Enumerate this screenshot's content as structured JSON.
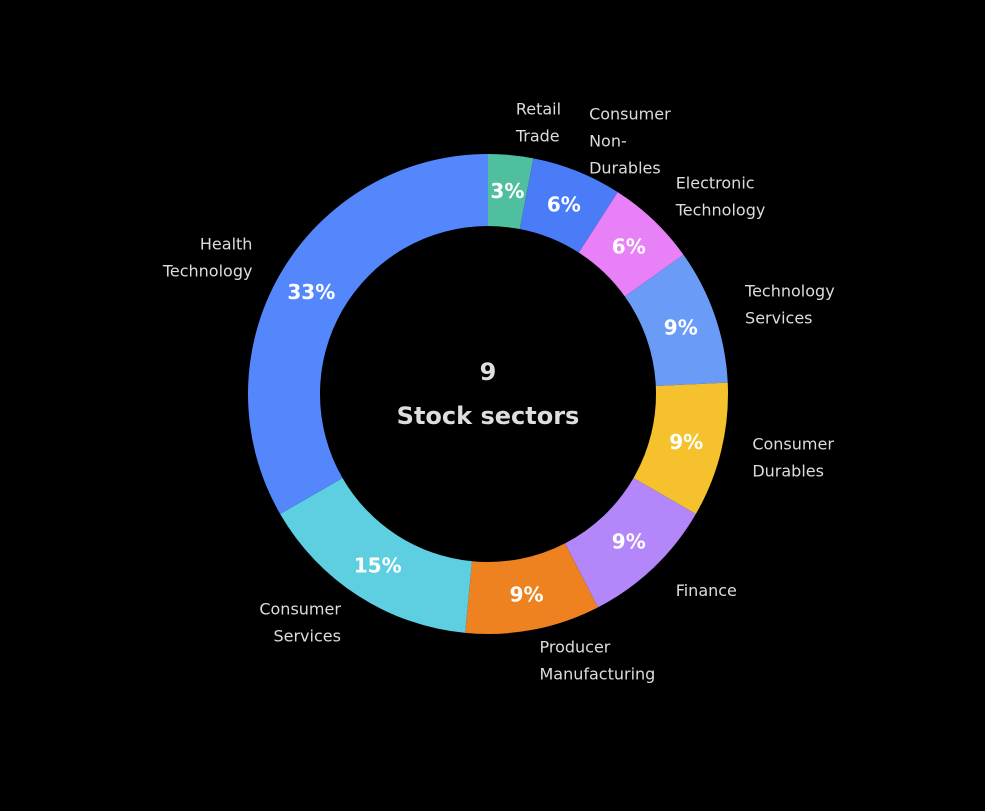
{
  "chart_data": {
    "type": "pie",
    "donut": true,
    "center": {
      "value": "9",
      "caption": "Stock sectors"
    },
    "slices": [
      {
        "label": [
          "Retail",
          "Trade"
        ],
        "value": 3,
        "display": "3%",
        "color": "#4fbf9f"
      },
      {
        "label": [
          "Consumer",
          "Non-",
          "Durables"
        ],
        "value": 6,
        "display": "6%",
        "color": "#4a7cf7"
      },
      {
        "label": [
          "Electronic",
          "Technology"
        ],
        "value": 6,
        "display": "6%",
        "color": "#e880f8"
      },
      {
        "label": [
          "Technology",
          "Services"
        ],
        "value": 9,
        "display": "9%",
        "color": "#6a9cf7"
      },
      {
        "label": [
          "Consumer",
          "Durables"
        ],
        "value": 9,
        "display": "9%",
        "color": "#f5c22e"
      },
      {
        "label": [
          "Finance"
        ],
        "value": 9,
        "display": "9%",
        "color": "#b386fa"
      },
      {
        "label": [
          "Producer",
          "Manufacturing"
        ],
        "value": 9,
        "display": "9%",
        "color": "#ee8120"
      },
      {
        "label": [
          "Consumer",
          "Services"
        ],
        "value": 15,
        "display": "15%",
        "color": "#5ecfe0"
      },
      {
        "label": [
          "Health",
          "Technology"
        ],
        "value": 33,
        "display": "33%",
        "color": "#5486fc"
      }
    ],
    "legend": "none"
  }
}
